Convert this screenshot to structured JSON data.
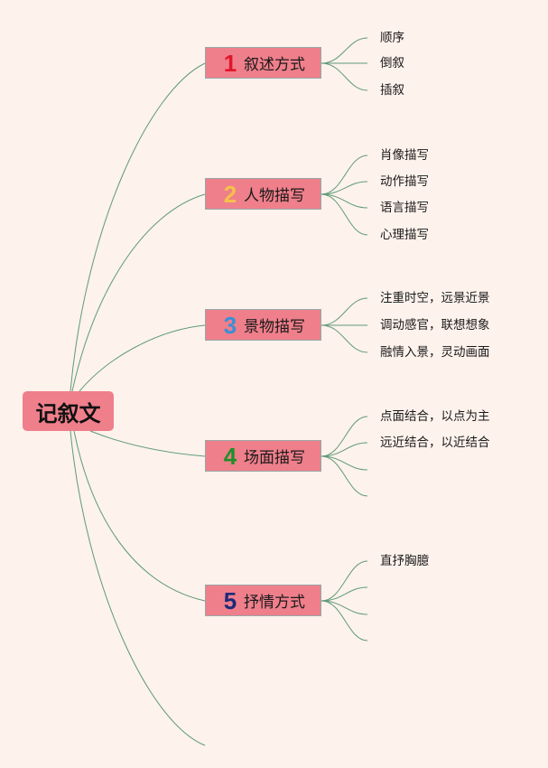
{
  "root": {
    "label": "记叙文"
  },
  "branches": [
    {
      "number": "1",
      "number_color": "#e0162b",
      "label": "叙述方式",
      "leaves": [
        "顺序",
        "倒叙",
        "插叙"
      ]
    },
    {
      "number": "2",
      "number_color": "#f5c14a",
      "label": "人物描写",
      "leaves": [
        "肖像描写",
        "动作描写",
        "语言描写",
        "心理描写"
      ]
    },
    {
      "number": "3",
      "number_color": "#3a8fd6",
      "label": "景物描写",
      "leaves": [
        "注重时空，远景近景",
        "调动感官，联想想象",
        "融情入景，灵动画面"
      ]
    },
    {
      "number": "4",
      "number_color": "#1f8f2a",
      "label": "场面描写",
      "leaves": [
        "点面结合，以点为主",
        "远近结合，以近结合",
        "",
        ""
      ]
    },
    {
      "number": "5",
      "number_color": "#1d2a7a",
      "label": "抒情方式",
      "leaves": [
        "直抒胸臆",
        "",
        "",
        ""
      ]
    }
  ],
  "colors": {
    "line": "#5f9a78",
    "node_fill": "#ef7f8b",
    "background": "#fdf2ec"
  }
}
